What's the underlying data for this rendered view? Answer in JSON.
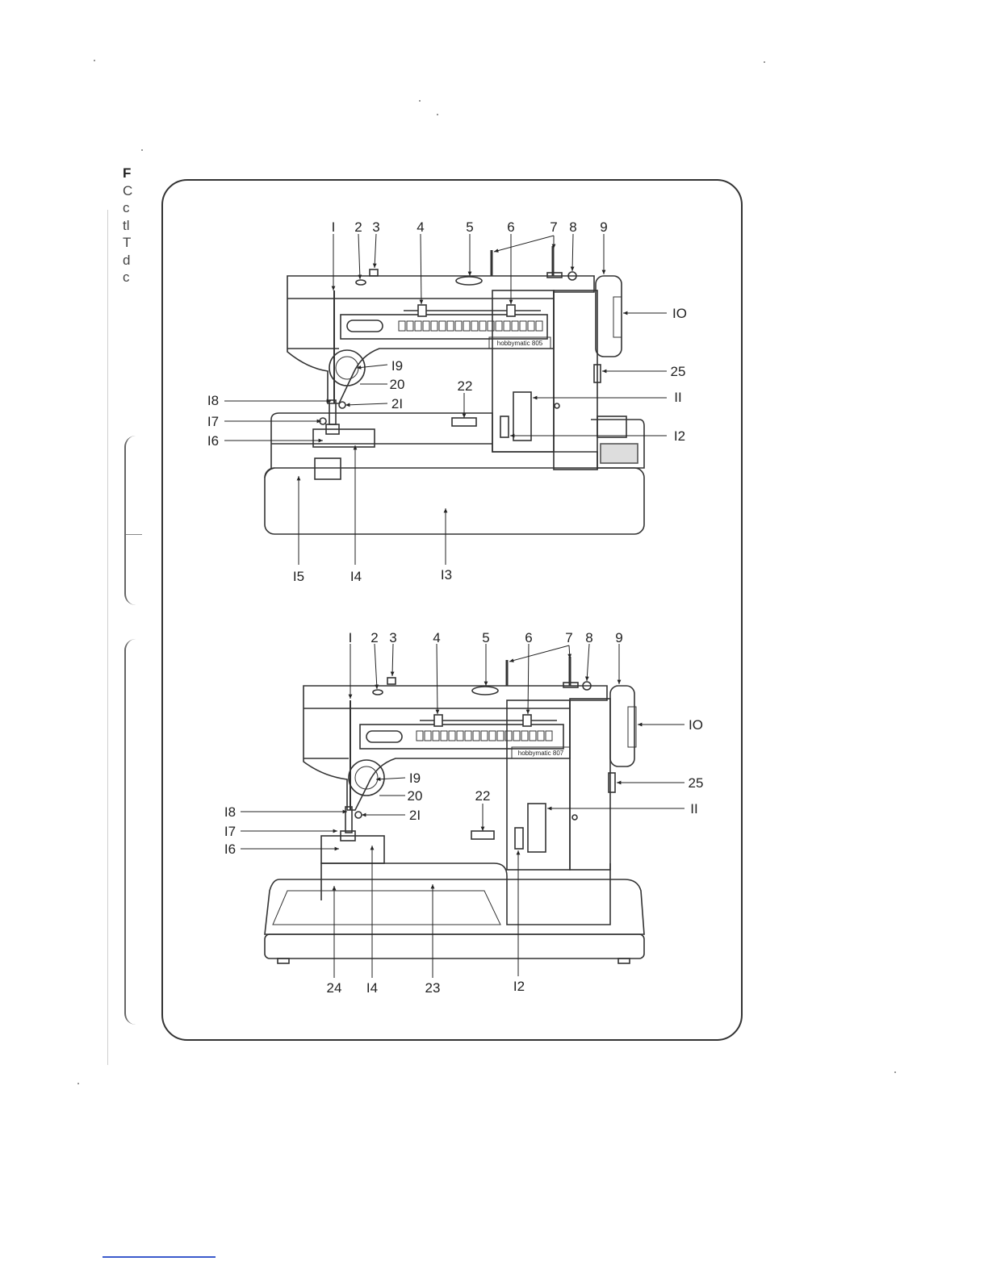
{
  "left_margin_letters": [
    "F",
    "C",
    "c",
    "tl",
    "T",
    "d",
    "c"
  ],
  "diagram_top": {
    "model_label": "hobbymatic 805",
    "callouts": {
      "c1": "I",
      "c2": "2",
      "c3": "3",
      "c4": "4",
      "c5": "5",
      "c6": "6",
      "c7": "7",
      "c8": "8",
      "c9": "9",
      "c10": "IO",
      "c11": "II",
      "c12": "I2",
      "c13": "I3",
      "c14": "I4",
      "c15": "I5",
      "c16": "I6",
      "c17": "I7",
      "c18": "I8",
      "c19": "I9",
      "c20": "20",
      "c21": "2I",
      "c22": "22",
      "c25": "25"
    }
  },
  "diagram_bottom": {
    "model_label": "hobbymatic 807",
    "callouts": {
      "c1": "I",
      "c2": "2",
      "c3": "3",
      "c4": "4",
      "c5": "5",
      "c6": "6",
      "c7": "7",
      "c8": "8",
      "c9": "9",
      "c10": "IO",
      "c11": "II",
      "c12": "I2",
      "c14": "I4",
      "c16": "I6",
      "c17": "I7",
      "c18": "I8",
      "c19": "I9",
      "c20": "20",
      "c21": "2I",
      "c22": "22",
      "c23": "23",
      "c24": "24",
      "c25": "25"
    }
  }
}
